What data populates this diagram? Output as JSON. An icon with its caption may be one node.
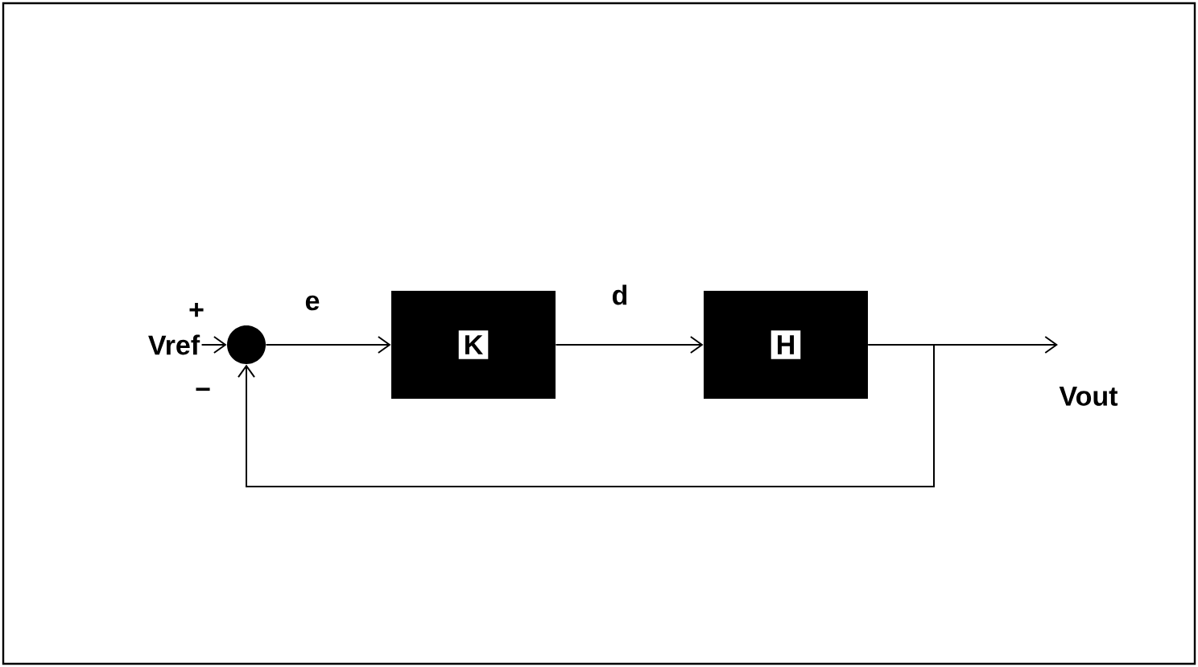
{
  "diagram": {
    "nodes": [
      {
        "text": [
          "Vref"
        ]
      },
      {
        "text": [],
        "shape": "circle"
      },
      {
        "text": [
          "K"
        ]
      },
      {
        "text": [
          "H"
        ]
      }
    ],
    "edges": [
      {
        "from": 0,
        "to": 1,
        "arrow": "to"
      },
      {
        "from": 1,
        "to": 2,
        "arrow": "to",
        "label": "e"
      },
      {
        "from": 2,
        "to": 3,
        "arrow": "to",
        "label": "d"
      },
      {
        "from": 3,
        "to": null,
        "arrow": "to"
      },
      {
        "from": 3,
        "to": 1,
        "arrow": "to"
      }
    ],
    "labels": [
      "+",
      "−",
      "Vout"
    ]
  }
}
